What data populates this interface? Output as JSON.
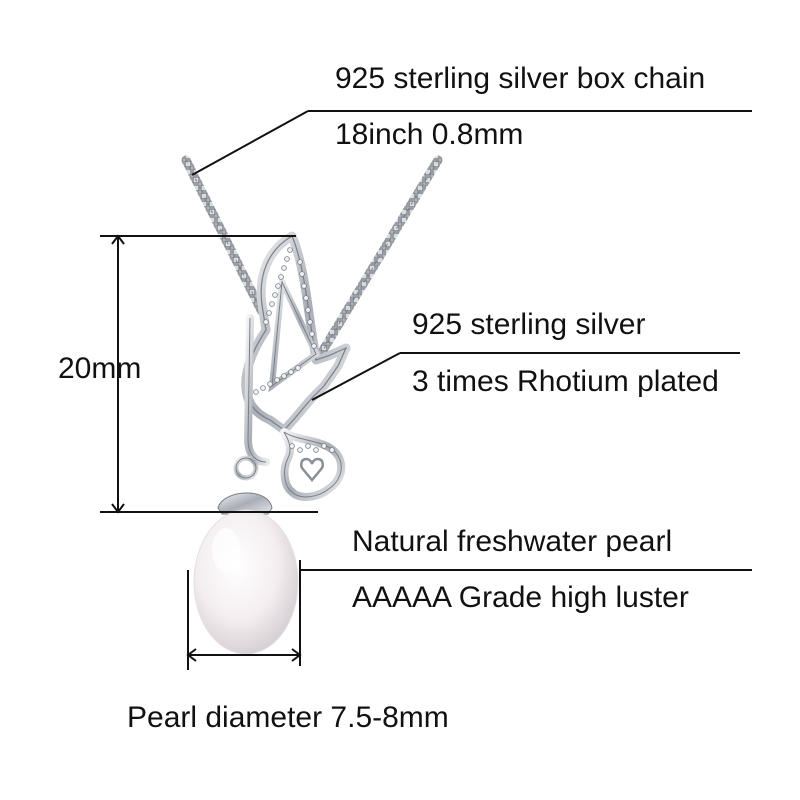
{
  "callouts": {
    "chain": {
      "line1": "925 sterling silver box chain",
      "line2": "18inch 0.8mm"
    },
    "pendant": {
      "line1": "925 sterling silver",
      "line2": "3 times Rhotium plated"
    },
    "pearl": {
      "line1": "Natural freshwater pearl",
      "line2": "AAAAA Grade high luster"
    }
  },
  "dimensions": {
    "height": "20mm",
    "diameter": "Pearl diameter 7.5-8mm"
  },
  "colors": {
    "line": "#111111",
    "silver": "#b8bcc4",
    "silver_dark": "#6f747c",
    "pearl_light": "#fbf6f6",
    "pearl_shade": "#d9d2d6"
  }
}
